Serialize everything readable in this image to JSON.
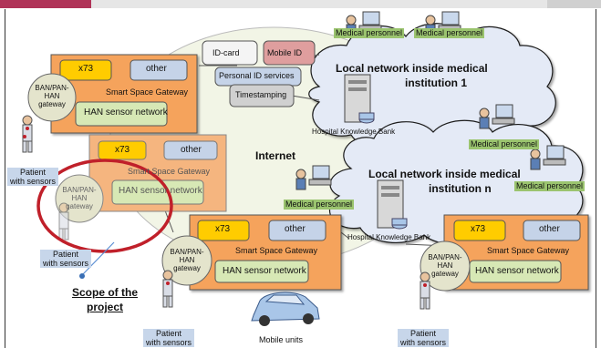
{
  "gateways": {
    "x73": "x73",
    "other": "other",
    "title": "Smart Space Gateway",
    "han": "HAN sensor network",
    "ban": "BAN/PAN-HAN gateway"
  },
  "services": {
    "id_card": "ID-card",
    "mobile_id": "Mobile ID",
    "personal_id": "Personal ID services",
    "timestamping": "Timestamping"
  },
  "internet": "Internet",
  "network1": {
    "title_line1": "Local network inside medical",
    "title_line2": "institution 1"
  },
  "networkn": {
    "title_line1": "Local network inside medical",
    "title_line2": "institution n"
  },
  "hkb": "Hospital Knowledge Bank",
  "medical_personnel": "Medical personnel",
  "patient_line1": "Patient",
  "patient_line2": "with sensors",
  "scope": {
    "line1": "Scope of the",
    "line2": "project"
  },
  "mobile_units": "Mobile units",
  "colors": {
    "gateway_orange": "#f5a35b",
    "x73_yellow": "#ffcc00",
    "other_blue": "#c5d3e8",
    "han_green": "#d7e8b5",
    "cloud_blue": "#e4eaf6",
    "scope_red": "#c0202a",
    "tag_green": "#9bc46f"
  }
}
